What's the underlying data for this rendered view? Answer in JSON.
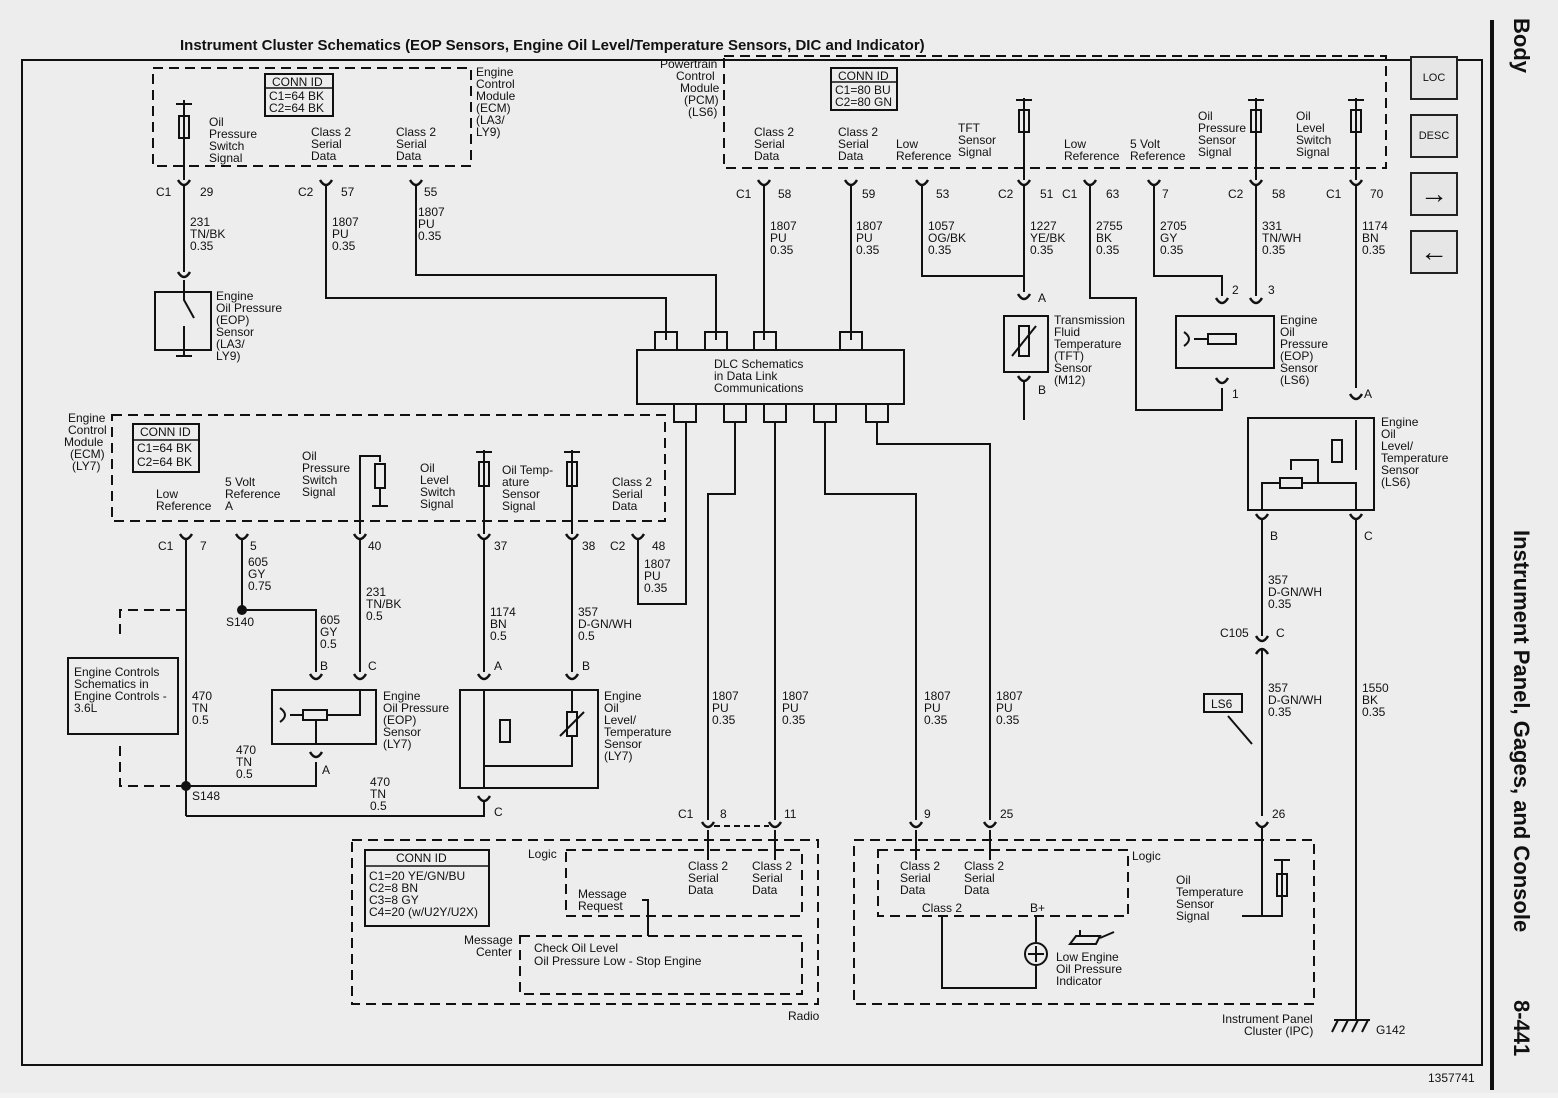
{
  "title": "Instrument Cluster Schematics (EOP Sensors, Engine Oil Level/Temperature Sensors, DIC and Indicator)",
  "side_title": "Instrument Panel, Gages, and Console",
  "side_section": "Body",
  "page_number": "8-441",
  "figure_number": "1357741",
  "nav": {
    "loc": "LOC",
    "desc": "DESC",
    "next": "→",
    "prev": "←"
  },
  "ecm_top": {
    "name": [
      "Engine",
      "Control",
      "Module",
      "(ECM)",
      "(LA3/",
      "LY9)"
    ],
    "conn_header": "CONN ID",
    "conn_lines": [
      "C1=64 BK",
      "C2=64 BK"
    ],
    "sig_oil": [
      "Oil",
      "Pressure",
      "Switch",
      "Signal"
    ],
    "sig_c2a": [
      "Class 2",
      "Serial",
      "Data"
    ],
    "sig_c2b": [
      "Class 2",
      "Serial",
      "Data"
    ],
    "pins": {
      "c1": "C1",
      "p29": "29",
      "c2": "C2",
      "p57": "57",
      "p55": "55"
    },
    "wires": {
      "w231": [
        "231",
        "TN/BK",
        "0.35"
      ],
      "w1807a": [
        "1807",
        "PU",
        "0.35"
      ],
      "w1807b": [
        "1807",
        "PU",
        "0.35"
      ]
    }
  },
  "eop_la3": [
    "Engine",
    "Oil Pressure",
    "(EOP)",
    "Sensor",
    "(LA3/",
    "LY9)"
  ],
  "pcm": {
    "name": [
      "Powertrain",
      "Control",
      "Module",
      "(PCM)",
      "(LS6)"
    ],
    "conn_header": "CONN ID",
    "conn_lines": [
      "C1=80 BU",
      "C2=80 GN"
    ],
    "sig1": [
      "Class 2",
      "Serial",
      "Data"
    ],
    "sig2": [
      "Class 2",
      "Serial",
      "Data"
    ],
    "sig3": [
      "Low",
      "Reference"
    ],
    "sig4": [
      "TFT",
      "Sensor",
      "Signal"
    ],
    "sig5": [
      "Low",
      "Reference"
    ],
    "sig6": [
      "5 Volt",
      "Reference"
    ],
    "sig7": [
      "Oil",
      "Pressure",
      "Sensor",
      "Signal"
    ],
    "sig8": [
      "Oil",
      "Level",
      "Switch",
      "Signal"
    ],
    "pins": {
      "c1a": "C1",
      "p58a": "58",
      "p59": "59",
      "p53": "53",
      "c2a": "C2",
      "p51": "51",
      "c1b": "C1",
      "p63": "63",
      "p7": "7",
      "c2b": "C2",
      "p58b": "58",
      "c1c": "C1",
      "p70": "70"
    },
    "wires": {
      "w1807a": [
        "1807",
        "PU",
        "0.35"
      ],
      "w1807b": [
        "1807",
        "PU",
        "0.35"
      ],
      "w1057": [
        "1057",
        "OG/BK",
        "0.35"
      ],
      "w1227": [
        "1227",
        "YE/BK",
        "0.35"
      ],
      "w2755": [
        "2755",
        "BK",
        "0.35"
      ],
      "w2705": [
        "2705",
        "GY",
        "0.35"
      ],
      "w331": [
        "331",
        "TN/WH",
        "0.35"
      ],
      "w1174": [
        "1174",
        "BN",
        "0.35"
      ]
    }
  },
  "dlc": [
    "DLC Schematics",
    "in Data Link",
    "Communications"
  ],
  "tft": {
    "label": [
      "Transmission",
      "Fluid",
      "Temperature",
      "(TFT)",
      "Sensor",
      "(M12)"
    ],
    "pa": "A",
    "pb": "B"
  },
  "eop_ls6": {
    "label": [
      "Engine",
      "Oil",
      "Pressure",
      "(EOP)",
      "Sensor",
      "(LS6)"
    ],
    "p1": "1",
    "p2": "2",
    "p3": "3"
  },
  "eolt_ls6": {
    "label": [
      "Engine",
      "Oil",
      "Level/",
      "Temperature",
      "Sensor",
      "(LS6)"
    ],
    "pa": "A",
    "pb": "B",
    "pc": "C"
  },
  "ecm_ly7": {
    "name": [
      "Engine",
      "Control",
      "Module",
      "(ECM)",
      "(LY7)"
    ],
    "conn_header": "CONN ID",
    "conn_lines": [
      "C1=64 BK",
      "C2=64 BK"
    ],
    "sig_low": [
      "Low",
      "Reference"
    ],
    "sig_5v": [
      "5 Volt",
      "Reference",
      "A"
    ],
    "sig_oil": [
      "Oil",
      "Pressure",
      "Switch",
      "Signal"
    ],
    "sig_lvl": [
      "Oil",
      "Level",
      "Switch",
      "Signal"
    ],
    "sig_tmp": [
      "Oil Temp-",
      "ature",
      "Sensor",
      "Signal"
    ],
    "sig_c2": [
      "Class 2",
      "Serial",
      "Data"
    ],
    "pins": {
      "c1": "C1",
      "p7": "7",
      "p5": "5",
      "p40": "40",
      "p37": "37",
      "p38": "38",
      "c2": "C2",
      "p48": "48"
    },
    "wires": {
      "w605a": [
        "605",
        "GY",
        "0.75"
      ],
      "w605b": [
        "605",
        "GY",
        "0.5"
      ],
      "w231": [
        "231",
        "TN/BK",
        "0.5"
      ],
      "w1174": [
        "1174",
        "BN",
        "0.5"
      ],
      "w357": [
        "357",
        "D-GN/WH",
        "0.5"
      ],
      "w1807": [
        "1807",
        "PU",
        "0.35"
      ],
      "w470a": [
        "470",
        "TN",
        "0.5"
      ],
      "w470b": [
        "470",
        "TN",
        "0.5"
      ],
      "w470c": [
        "470",
        "TN",
        "0.5"
      ]
    },
    "splices": {
      "s140": "S140",
      "s148": "S148"
    }
  },
  "engine_controls_ref": [
    "Engine Controls",
    "Schematics in",
    "Engine Controls -",
    "3.6L"
  ],
  "eop_ly7": {
    "label": [
      "Engine",
      "Oil Pressure",
      "(EOP)",
      "Sensor",
      "(LY7)"
    ],
    "pa": "A",
    "pb": "B",
    "pc": "C"
  },
  "eolt_ly7": {
    "label": [
      "Engine",
      "Oil",
      "Level/",
      "Temperature",
      "Sensor",
      "(LY7)"
    ],
    "pa": "A",
    "pb": "B",
    "pc": "C"
  },
  "mid_wires": {
    "w1": [
      "1807",
      "PU",
      "0.35"
    ],
    "w2": [
      "1807",
      "PU",
      "0.35"
    ],
    "w3": [
      "1807",
      "PU",
      "0.35"
    ],
    "w4": [
      "1807",
      "PU",
      "0.35"
    ]
  },
  "ls6_wires": {
    "w357a": [
      "357",
      "D-GN/WH",
      "0.35"
    ],
    "c105": "C105",
    "c105c": "C",
    "w357b": [
      "357",
      "D-GN/WH",
      "0.35"
    ],
    "ls6_tag": "LS6",
    "w1550": [
      "1550",
      "BK",
      "0.35"
    ],
    "p26": "26",
    "g142": "G142"
  },
  "radio": {
    "conn_header": "CONN ID",
    "conn_lines": [
      "C1=20 YE/GN/BU",
      "C2=8 BN",
      "C3=8 GY",
      "C4=20 (w/U2Y/U2X)"
    ],
    "logic": "Logic",
    "msg_req": [
      "Message",
      "Request"
    ],
    "msg_center": [
      "Message",
      "Center"
    ],
    "sig1": [
      "Class 2",
      "Serial",
      "Data"
    ],
    "sig2": [
      "Class 2",
      "Serial",
      "Data"
    ],
    "check": [
      "Check Oil Level",
      "Oil Pressure Low - Stop Engine"
    ],
    "name": "Radio",
    "pins": {
      "c1": "C1",
      "p8": "8",
      "p11": "11"
    }
  },
  "ipc": {
    "sig1": [
      "Class 2",
      "Serial",
      "Data"
    ],
    "sig2": [
      "Class 2",
      "Serial",
      "Data"
    ],
    "logic": "Logic",
    "class2": "Class 2",
    "bplus": "B+",
    "ots": [
      "Oil",
      "Temperature",
      "Sensor",
      "Signal"
    ],
    "indicator": [
      "Low Engine",
      "Oil Pressure",
      "Indicator"
    ],
    "name": [
      "Instrument Panel",
      "Cluster (IPC)"
    ],
    "pins": {
      "p9": "9",
      "p25": "25"
    }
  }
}
